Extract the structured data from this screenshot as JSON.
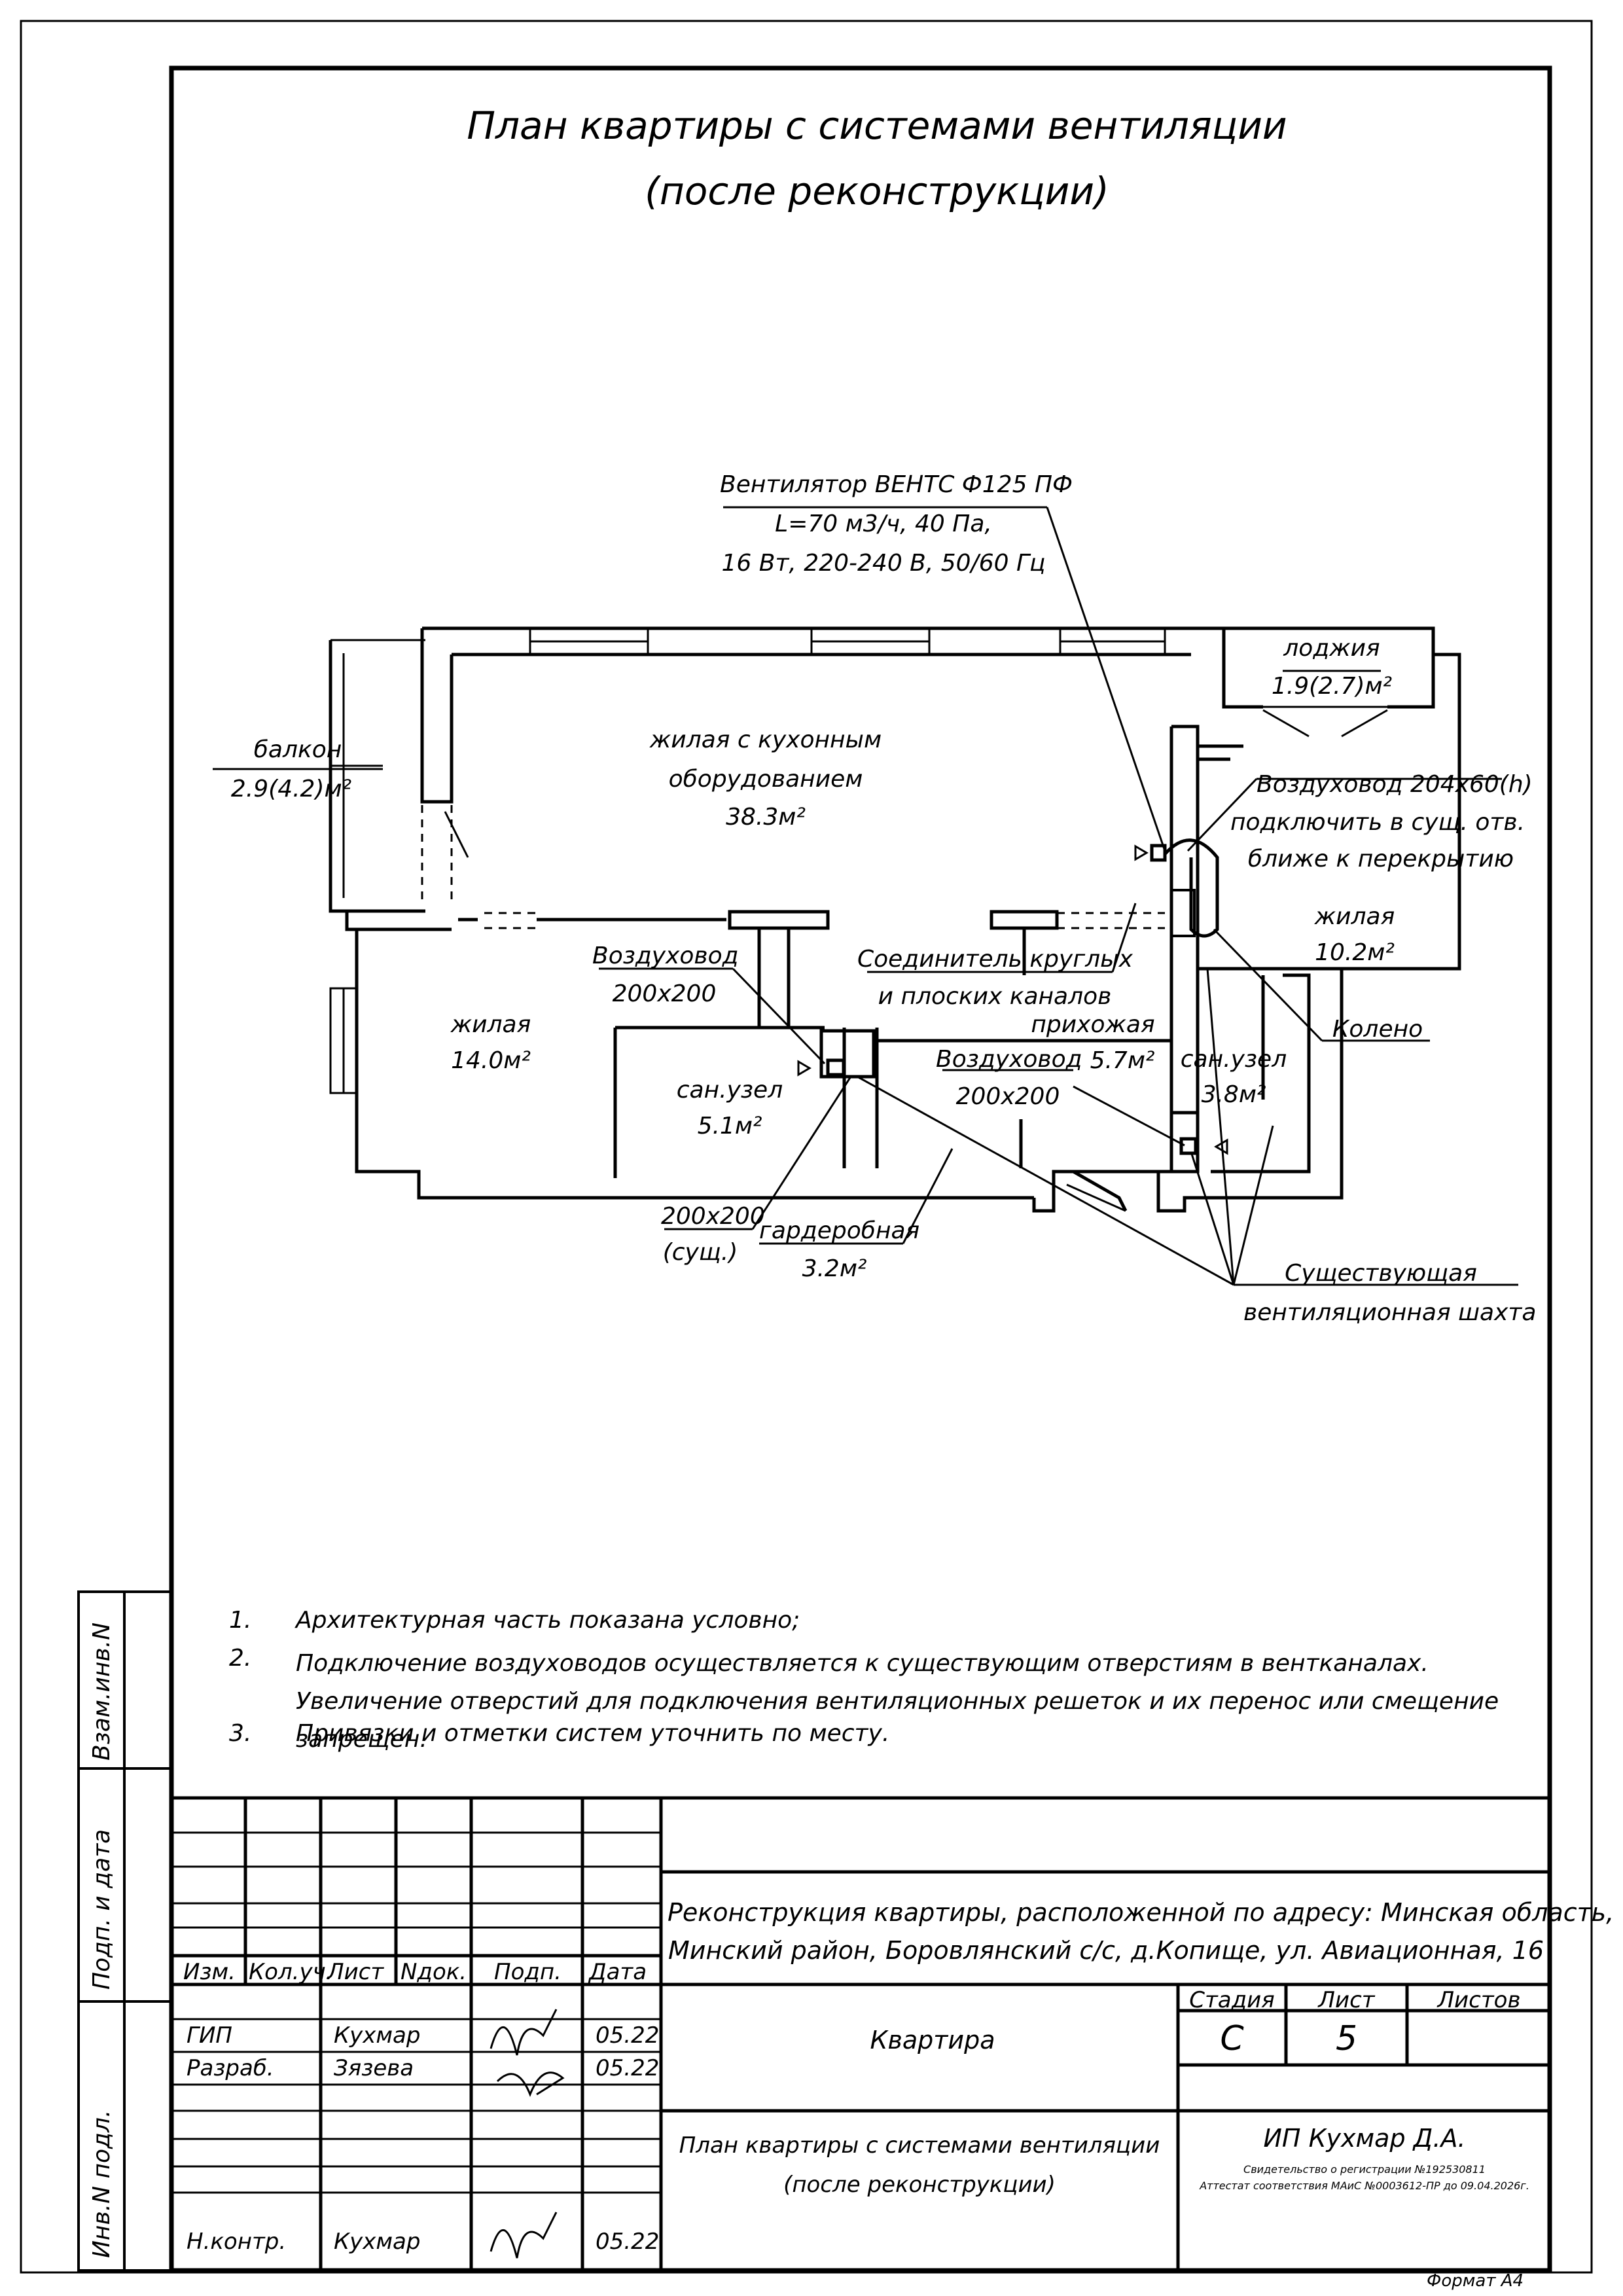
{
  "title": {
    "line1": "План квартиры с системами вентиляции",
    "line2": "(после реконструкции)"
  },
  "callouts": {
    "fan": {
      "name": "Вентилятор ВЕНТС Ф125 ПФ",
      "params1": "L=70 м3/ч, 40 Па,",
      "params2": "16 Вт, 220-240 В, 50/60 Гц"
    },
    "duct_flat": {
      "name": "Воздуховод 204х60(h)",
      "line2": "подключить в сущ. отв.",
      "line3": "ближе к перекрытию"
    },
    "connector": {
      "line1": "Соединитель круглых",
      "line2": "и плоских каналов"
    },
    "duct_left": {
      "name": "Воздуховод",
      "size": "200х200"
    },
    "duct_mid": {
      "name": "Воздуховод",
      "size": "200х200"
    },
    "existing_left": {
      "size": "200х200",
      "note": "(сущ.)"
    },
    "elbow": "Колено",
    "shaft": {
      "line1": "Существующая",
      "line2": "вентиляционная шахта"
    }
  },
  "rooms": {
    "living_kitchen": {
      "line1": "жилая с кухонным",
      "line2": "оборудованием",
      "area": "38.3м²"
    },
    "balcony": {
      "name": "балкон",
      "area": "2.9(4.2)м²"
    },
    "loggia": {
      "name": "лоджия",
      "area": "1.9(2.7)м²"
    },
    "living_right": {
      "name": "жилая",
      "area": "10.2м²"
    },
    "living_left": {
      "name": "жилая",
      "area": "14.0м²"
    },
    "bath_left": {
      "name": "сан.узел",
      "area": "5.1м²"
    },
    "hall": {
      "name": "прихожая",
      "area": "5.7м²"
    },
    "bath_right": {
      "name": "сан.узел",
      "area": "3.8м²"
    },
    "wardrobe": {
      "name": "гардеробная",
      "area": "3.2м²"
    }
  },
  "notes": [
    {
      "num": "1.",
      "text": "Архитектурная часть показана условно;"
    },
    {
      "num": "2.",
      "text": "Подключение воздуховодов осуществляется к существующим отверстиям в вентканалах. Увеличение отверстий для подключения вентиляционных решеток и их перенос или смещение запрещен."
    },
    {
      "num": "3.",
      "text": "Привязки и отметки систем уточнить по месту."
    }
  ],
  "side_stamp": {
    "vzam": "Взам.инв.N",
    "podp": "Подп. и дата",
    "inv": "Инв.N подл."
  },
  "title_block": {
    "project": {
      "line1": "Реконструкция квартиры, расположенной по адресу: Минская область,",
      "line2": "Минский район, Боровлянский с/с, д.Копище, ул. Авиационная, 16"
    },
    "headers": {
      "izm": "Изм.",
      "kol": "Кол.уч.",
      "list": "Лист",
      "ndok": "Nдок.",
      "podp": "Подп.",
      "data": "Дата"
    },
    "rows": [
      {
        "role": "ГИП",
        "name": "Кухмар",
        "date": "05.22"
      },
      {
        "role": "Разраб.",
        "name": "Зязева",
        "date": "05.22"
      },
      {
        "role": "Н.контр.",
        "name": "Кухмар",
        "date": "05.22"
      }
    ],
    "object": "Квартира",
    "stage_header": "Стадия",
    "sheet_header": "Лист",
    "sheets_header": "Листов",
    "stage": "С",
    "sheet": "5",
    "sheets": "",
    "drawing_title1": "План квартиры с системами вентиляции",
    "drawing_title2": "(после реконструкции)",
    "company": "ИП Кухмар Д.А.",
    "company_reg": "Свидетельство о регистрации №192530811",
    "company_cert": "Аттестат соответствия МАиС №0003612-ПР до 09.04.2026г."
  },
  "format": "Формат А4"
}
